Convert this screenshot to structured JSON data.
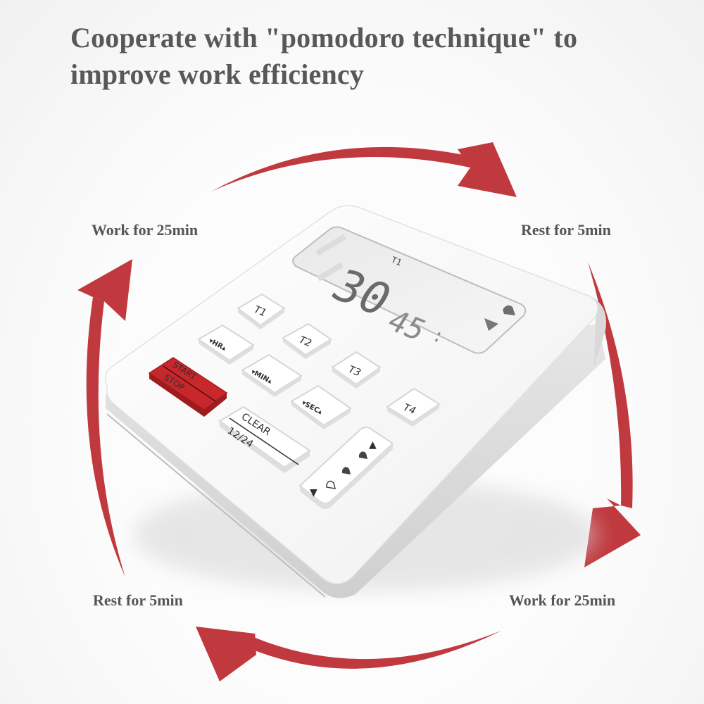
{
  "headline": {
    "line1": "Cooperate with \"pomodoro technique\" to",
    "line2": "improve work efficiency"
  },
  "cycle": {
    "labels": {
      "top_left": "Work for 25min",
      "top_right": "Rest for 5min",
      "bottom_right": "Work for 25min",
      "bottom_left": "Rest for 5min"
    },
    "arrow_color": "#c0393f",
    "direction": "clockwise"
  },
  "timer": {
    "display": {
      "timer_label": "T1",
      "minutes": "30",
      "seconds": "45",
      "separator": ":",
      "indicator_icons": [
        "triangle-down-icon",
        "bell-icon"
      ]
    },
    "buttons": {
      "t1": "T1",
      "t2": "T2",
      "t3": "T3",
      "t4": "T4",
      "hr": "▾HR▴",
      "min": "▾MIN▴",
      "sec": "▾SEC▴",
      "start": "START",
      "stop": "STOP",
      "clear": "CLEAR",
      "mode": "12/24",
      "volume_up": "▲",
      "volume_down": "▼"
    },
    "colors": {
      "body": "#f7f7f7",
      "start_button": "#c8282c",
      "lcd": "#ececec",
      "digits": "#6a6a6a"
    }
  }
}
